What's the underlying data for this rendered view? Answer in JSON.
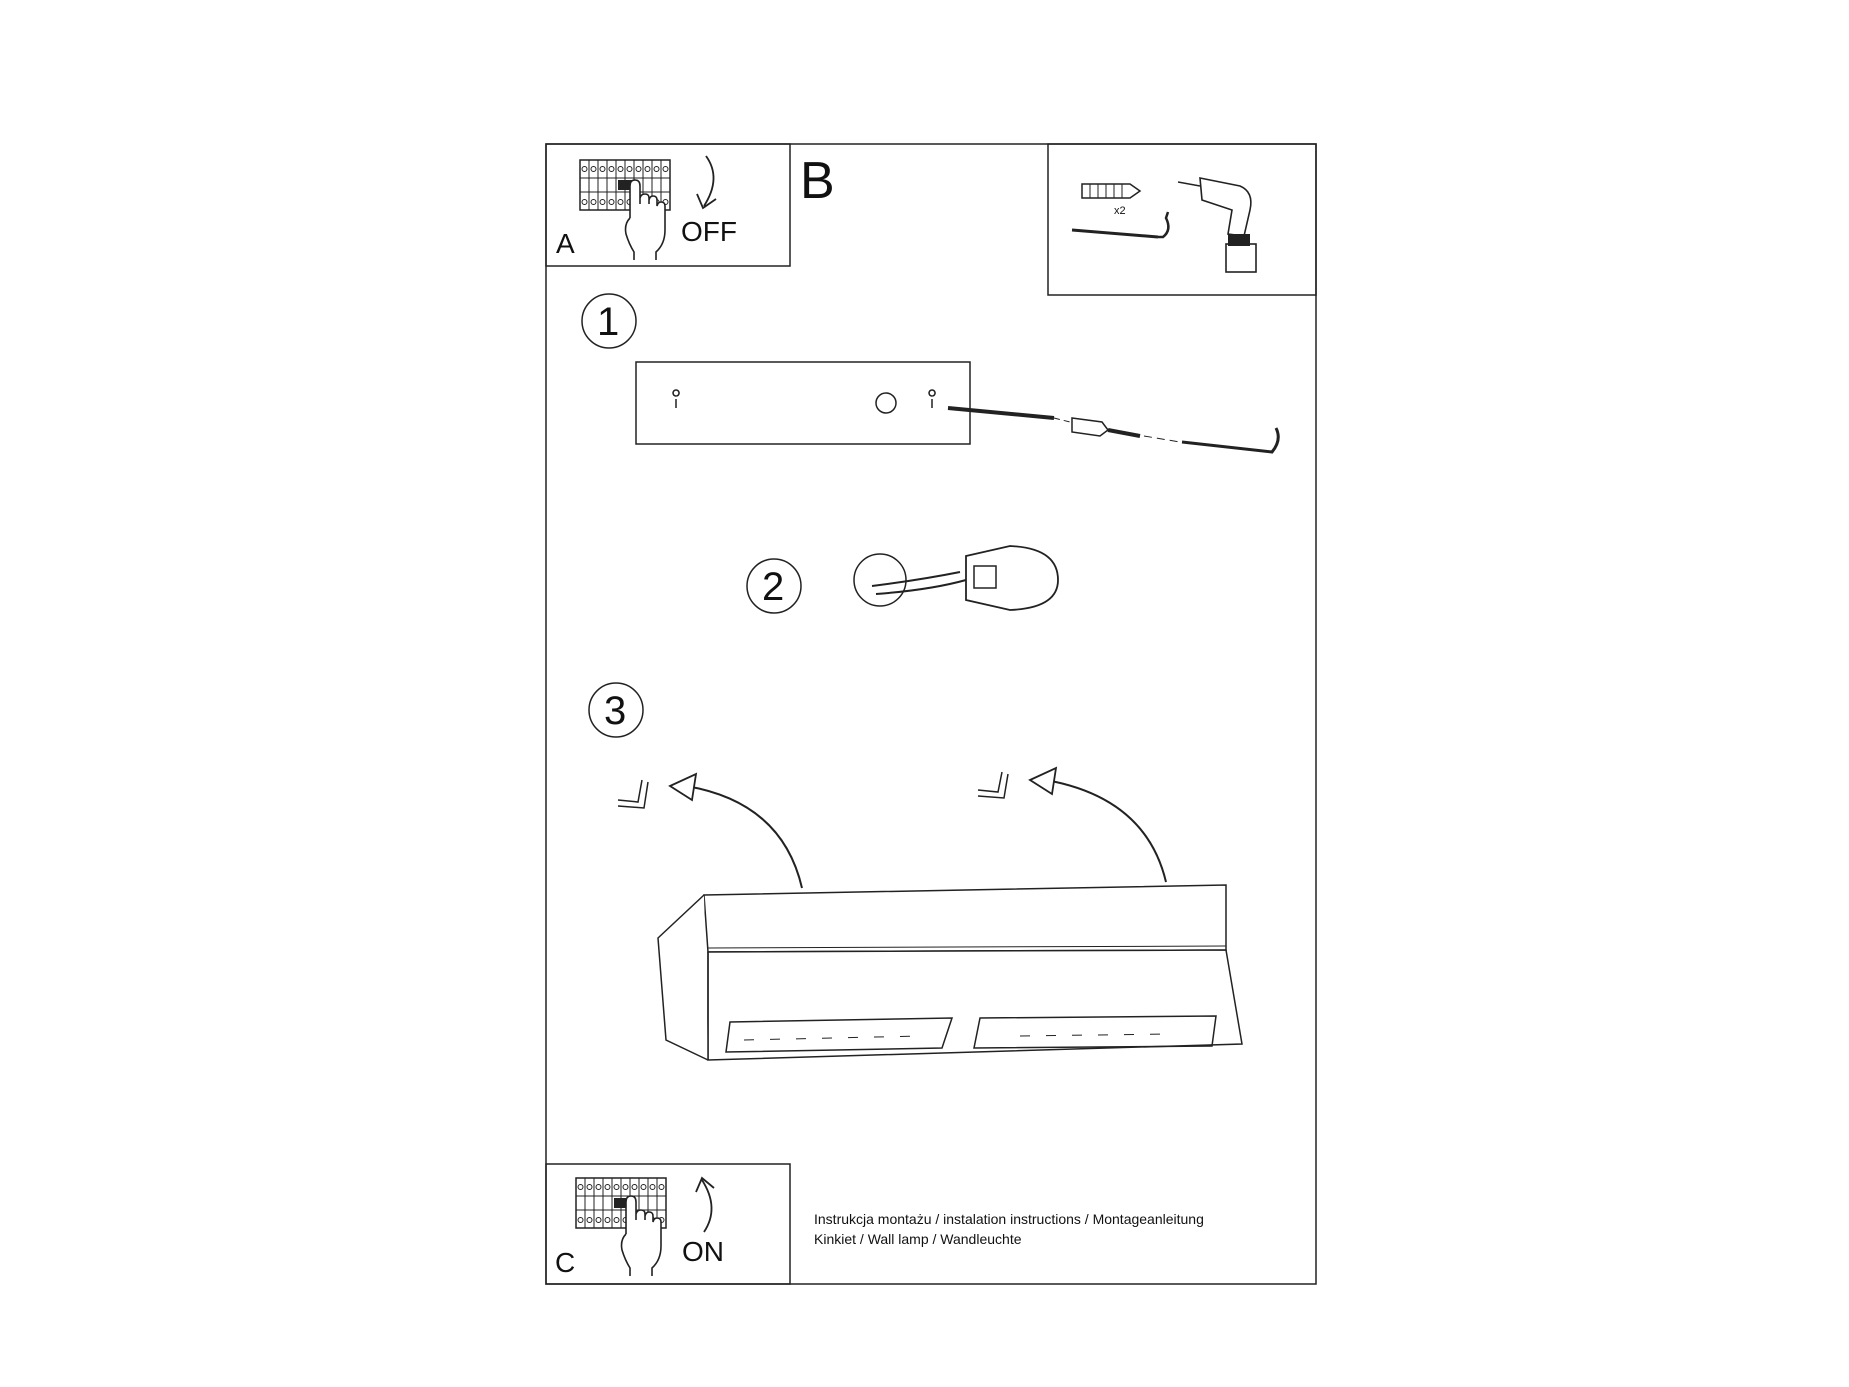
{
  "panel_b": {
    "label": "B",
    "quantity_label": "x2"
  },
  "switch_off": {
    "label": "A",
    "state": "OFF"
  },
  "switch_on": {
    "label": "C",
    "state": "ON"
  },
  "steps": [
    "1",
    "2",
    "3"
  ],
  "footer": {
    "line1": "Instrukcja montażu / instalation instructions / Montageanleitung",
    "line2": "Kinkiet / Wall lamp / Wandleuchte"
  },
  "icons": {
    "breaker": "circuit-breaker-icon",
    "hand": "hand-icon",
    "drill": "drill-icon",
    "dowel": "wall-plug-icon",
    "screw": "hook-screw-icon"
  }
}
